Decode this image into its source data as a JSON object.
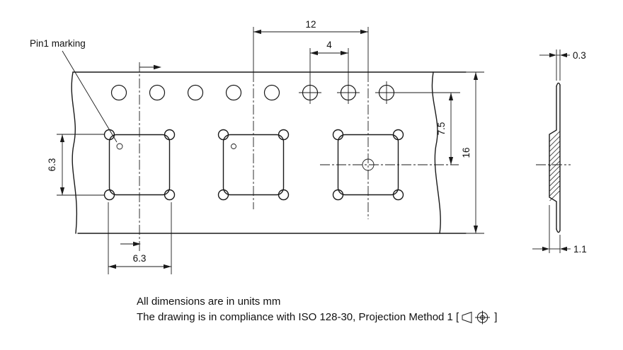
{
  "labels": {
    "pin1": "Pin1 marking",
    "pitch": "12",
    "hole_pitch": "4",
    "hole_to_pocket_center": "7.5",
    "tape_width": "16",
    "pocket_height": "6.3",
    "pocket_width": "6.3",
    "tape_thickness": "0.3",
    "pocket_depth": "1.1"
  },
  "notes": {
    "line1": "All dimensions are in units mm",
    "line2_prefix": "The drawing is in compliance with ISO 128-30, Projection Method 1 [",
    "line2_suffix": "]"
  },
  "colors": {
    "line": "#1a1a1a",
    "background": "#ffffff"
  }
}
